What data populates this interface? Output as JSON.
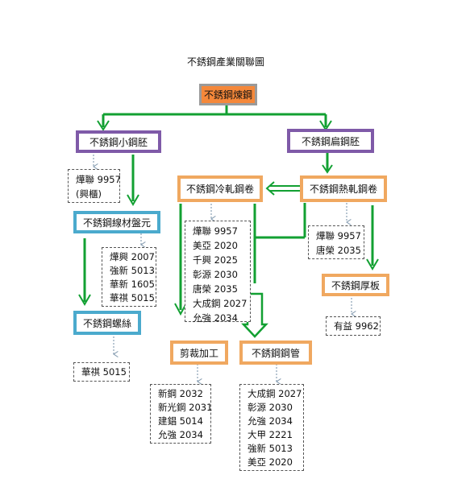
{
  "diagram": {
    "title": "不銹鋼產業關聯圖",
    "root": "不銹鋼煉鋼",
    "billet": "不銹鋼小鋼胚",
    "slab": "不銹鋼扁鋼胚",
    "wire_rod": "不銹鋼線材盤元",
    "screw": "不銹鋼螺絲",
    "cold_coil": "不銹鋼冷軋鋼卷",
    "hot_coil": "不銹鋼熱軋鋼卷",
    "thick_plate": "不銹鋼厚板",
    "shearing": "剪裁加工",
    "pipe": "不銹鋼鋼管"
  },
  "companies": {
    "billet": [
      "燁聯 9957",
      "(興櫃)"
    ],
    "wire_rod": [
      "燁興 2007",
      "強新 5013",
      "華新 1605",
      "華祺 5015"
    ],
    "screw": [
      "華祺 5015"
    ],
    "cold_coil": [
      "燁聯 9957",
      "美亞 2020",
      "千興 2025",
      "彰源 2030",
      "唐榮 2035",
      "大成鋼 2027",
      "允強 2034"
    ],
    "hot_coil": [
      "燁聯 9957",
      "唐榮 2035"
    ],
    "thick_plate": [
      "有益 9962"
    ],
    "shearing": [
      "新鋼 2032",
      "新光鋼 2031",
      "建錩 5014",
      "允強 2034"
    ],
    "pipe": [
      "大成鋼 2027",
      "彰源 2030",
      "允強 2034",
      "大甲 2221",
      "強新 5013",
      "美亞 2020"
    ]
  },
  "colors": {
    "arrow_green": "#12a032",
    "dash_arrow": "#8aa0b4",
    "root_fill": "#f5883a",
    "orange_border": "#f0a860",
    "purple_border": "#7f5aa8",
    "teal_border": "#4baacd"
  }
}
